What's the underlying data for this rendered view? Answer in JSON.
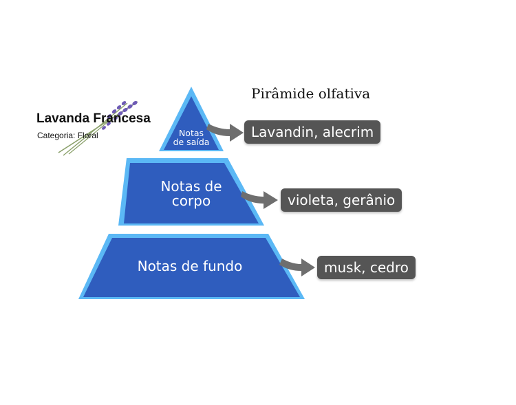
{
  "product": {
    "name": "Lavanda Francesa",
    "category": "Categoria: Floral"
  },
  "diagram": {
    "title": "Pirâmide olfativa",
    "levels": [
      {
        "label_line1": "Notas",
        "label_line2": "de saída",
        "notes": "Lavandin, alecrim"
      },
      {
        "label_line1": "Notas de",
        "label_line2": "corpo",
        "notes": "violeta, gerânio"
      },
      {
        "label_line1": "Notas de fundo",
        "label_line2": "",
        "notes": "musk, cedro"
      }
    ]
  },
  "colors": {
    "fill": "#2F5DBE",
    "edge": "#5BB8F5",
    "arrow": "#6E6E6E",
    "box": "#555555",
    "lavender": "#6E5BB5"
  },
  "icons": {
    "lavender": "lavender-sprig-icon"
  }
}
